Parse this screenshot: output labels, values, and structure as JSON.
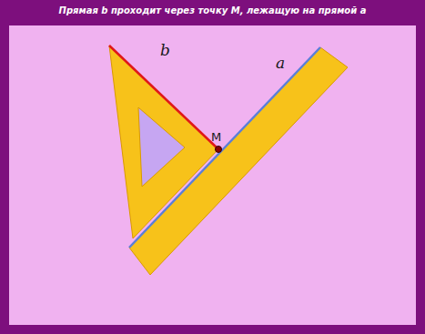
{
  "diagram": {
    "title": "Прямая b проходит через точку M, лежащую на прямой a",
    "labels": [
      "b",
      "a",
      "M"
    ]
  }
}
